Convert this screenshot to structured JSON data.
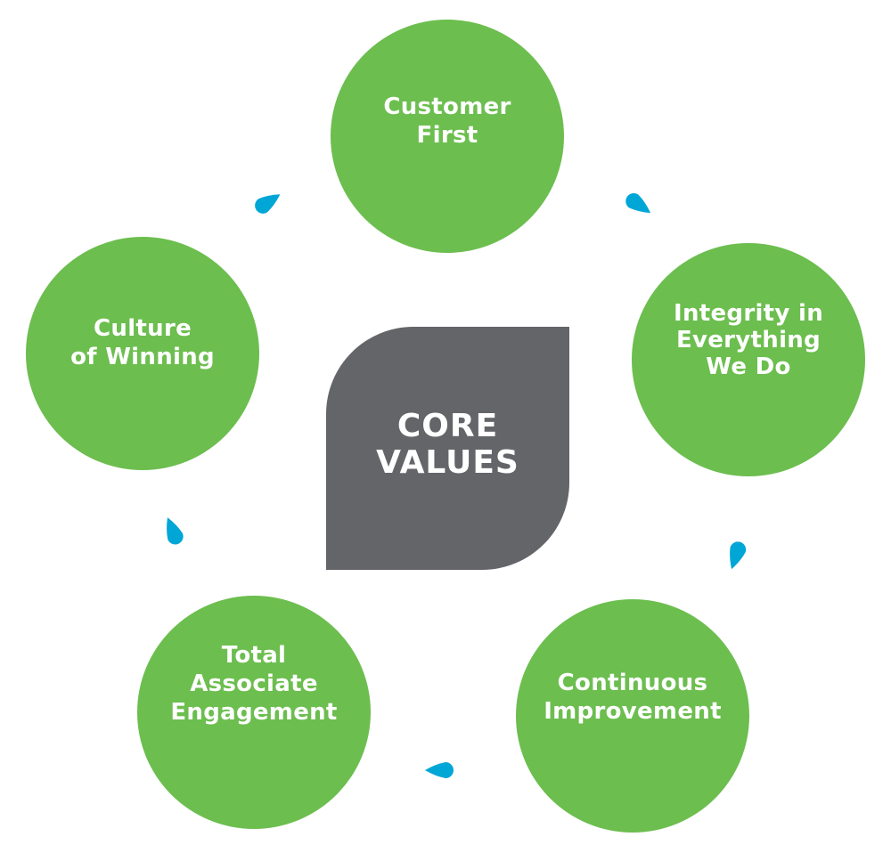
{
  "title": "Core Values",
  "center": {
    "label": "CORE\nVALUES",
    "color": "#636569"
  },
  "values": [
    {
      "label": "Customer\nFirst"
    },
    {
      "label": "Integrity in\nEverything\nWe Do"
    },
    {
      "label": "Continuous\nImprovement"
    },
    {
      "label": "Total\nAssociate\nEngagement"
    },
    {
      "label": "Culture\nof Winning"
    }
  ],
  "colors": {
    "circle": "#6cbe4f",
    "connector": "#00a6d6",
    "text": "#ffffff"
  },
  "connectors": [
    {
      "name": "droplet-icon",
      "between": [
        "Customer First",
        "Integrity in Everything We Do"
      ]
    },
    {
      "name": "droplet-icon",
      "between": [
        "Integrity in Everything We Do",
        "Continuous Improvement"
      ]
    },
    {
      "name": "droplet-icon",
      "between": [
        "Continuous Improvement",
        "Total Associate Engagement"
      ]
    },
    {
      "name": "droplet-icon",
      "between": [
        "Total Associate Engagement",
        "Culture of Winning"
      ]
    },
    {
      "name": "droplet-icon",
      "between": [
        "Culture of Winning",
        "Customer First"
      ]
    }
  ]
}
